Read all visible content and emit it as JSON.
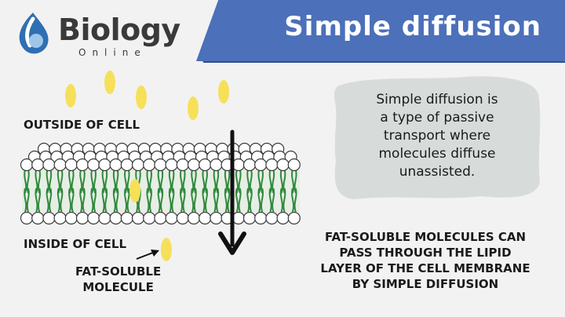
{
  "brand": {
    "name": "Biology",
    "sub": "Online"
  },
  "title": "Simple diffusion",
  "labels": {
    "outside": "OUTSIDE OF CELL",
    "inside": "INSIDE OF CELL",
    "molecule_line1": "FAT-SOLUBLE",
    "molecule_line2": "MOLECULE"
  },
  "note": {
    "line1": "Simple diffusion is",
    "line2": "a type of passive",
    "line3": "transport where",
    "line4": "molecules diffuse",
    "line5": "unassisted."
  },
  "caption": {
    "line1": "FAT-SOLUBLE MOLECULES CAN",
    "line2": "PASS THROUGH THE LIPID",
    "line3": "LAYER OF THE CELL MEMBRANE",
    "line4": "BY SIMPLE DIFFUSION"
  },
  "colors": {
    "banner": "#4c70b9",
    "molecule": "#f6e05a",
    "tail": "#2f8a3b",
    "note_bg": "#d7dcda",
    "head_fill": "#ffffff",
    "head_stroke": "#3a3a3a"
  },
  "icons": {
    "logo": "dna-leaf-icon",
    "arrow": "down-arrow-icon"
  }
}
